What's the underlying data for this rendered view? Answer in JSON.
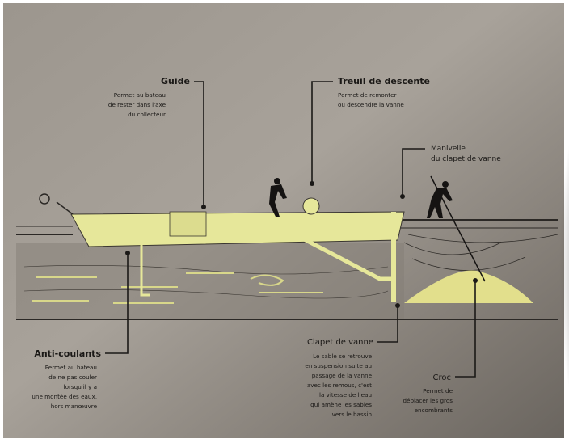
{
  "labels": {
    "guide": {
      "title": "Guide",
      "lines": [
        "Permet au bateau",
        "de rester dans l'axe",
        "du collecteur"
      ]
    },
    "treuil": {
      "title": "Treuil de descente",
      "lines": [
        "Permet de remonter",
        "ou descendre la vanne"
      ]
    },
    "manivelle": {
      "lines": [
        "Manivelle",
        "du clapet de vanne"
      ]
    },
    "anti_coulants": {
      "title": "Anti-coulants",
      "lines": [
        "Permet au bateau",
        "de ne pas couler",
        "lorsqu'il y a",
        "une montée des eaux,",
        "hors manœuvre"
      ]
    },
    "clapet": {
      "title": "Clapet de vanne",
      "lines": [
        "Le sable se retrouve",
        "en suspension suite au",
        "passage de la vanne",
        "avec les remous, c'est",
        "la vitesse de l'eau",
        "qui amène les sables",
        "vers le bassin"
      ]
    },
    "croc": {
      "title": "Croc",
      "lines": [
        "Permet de",
        "déplacer les gros",
        "encombrants"
      ]
    }
  },
  "colors": {
    "plaque": "#8d877f",
    "boat": "#e6e79a",
    "ink": "#1b1917",
    "sand": "#e2df8c"
  }
}
